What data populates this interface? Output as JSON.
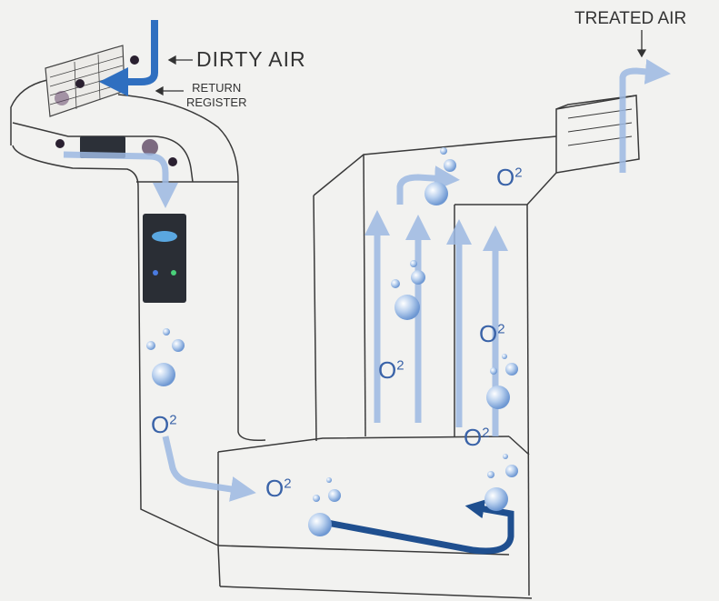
{
  "labels": {
    "dirty_air": "DIRTY AIR",
    "return_register_line1": "RETURN",
    "return_register_line2": "REGISTER",
    "treated_air": "TREATED AIR"
  },
  "oxygen_labels": [
    {
      "base": "O",
      "sup": "2"
    },
    {
      "base": "O",
      "sup": "2"
    },
    {
      "base": "O",
      "sup": "2"
    },
    {
      "base": "O",
      "sup": "2"
    },
    {
      "base": "O",
      "sup": "2"
    },
    {
      "base": "O",
      "sup": "2"
    }
  ],
  "colors": {
    "duct_line": "#3a3a3a",
    "flow_arrow": "#9db9e2",
    "dirty_arrow": "#2f6fc0",
    "return_arrow": "#1f4f8f",
    "oxygen_text": "#3a63a8"
  }
}
